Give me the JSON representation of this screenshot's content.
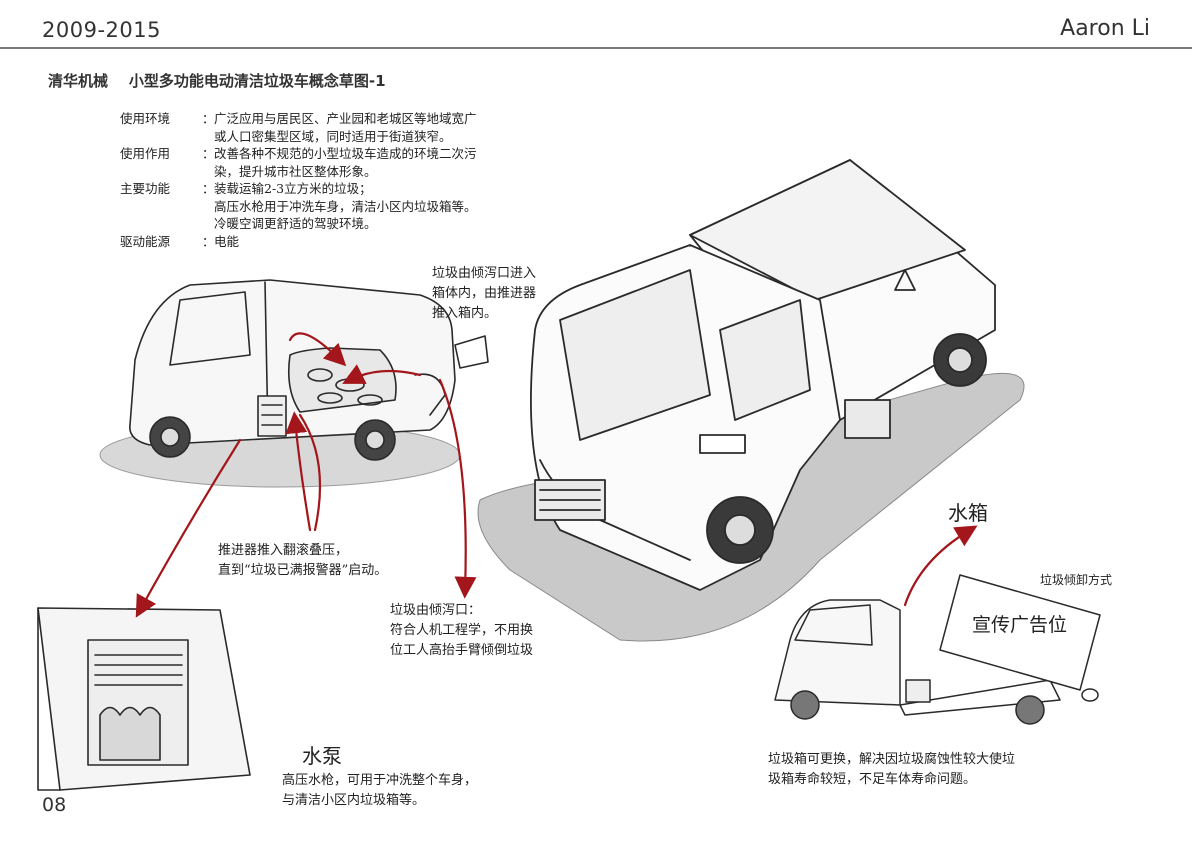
{
  "header": {
    "years": "2009-2015",
    "author": "Aaron Li"
  },
  "title": "清华机械    小型多功能电动清洁垃圾车概念草图-1",
  "specs": [
    {
      "label": "使用环境",
      "lines": [
        "广泛应用与居民区、产业园和老城区等地域宽广",
        "或人口密集型区域，同时适用于街道狭窄。"
      ]
    },
    {
      "label": "使用作用",
      "lines": [
        "改善各种不规范的小型垃圾车造成的环境二次污",
        "染，提升城市社区整体形象。"
      ]
    },
    {
      "label": "主要功能",
      "lines": [
        "装载运输2-3立方米的垃圾；",
        "高压水枪用于冲洗车身，清洁小区内垃圾箱等。",
        "冷暖空调更舒适的驾驶环境。"
      ]
    },
    {
      "label": "驱动能源",
      "lines": [
        "电能"
      ]
    }
  ],
  "notes": {
    "intake": [
      "垃圾由倾泻口进入",
      "箱体内，由推进器",
      "推入箱内。"
    ],
    "pusher": [
      "推进器推入翻滚叠压，",
      "直到“垃圾已满报警器”启动。"
    ],
    "chute": [
      "垃圾由倾泻口：",
      "符合人机工程学，不用换",
      "位工人高抬手臂倾倒垃圾"
    ],
    "pump": [
      "高压水枪，可用于冲洗整个车身，",
      "与清洁小区内垃圾箱等。"
    ],
    "bin": [
      "垃圾箱可更换，解决因垃圾腐蚀性较大使垃",
      "圾箱寿命较短，不足车体寿命问题。"
    ]
  },
  "labels": {
    "water_tank": "水箱",
    "water_pump": "水泵",
    "dump_method": "垃圾倾卸方式",
    "ad_space": "宣传广告位"
  },
  "page_number": "08",
  "colors": {
    "arrow_red": "#a3161b",
    "pencil": "#2a2a2a",
    "shadow": "#bdbdbd"
  }
}
